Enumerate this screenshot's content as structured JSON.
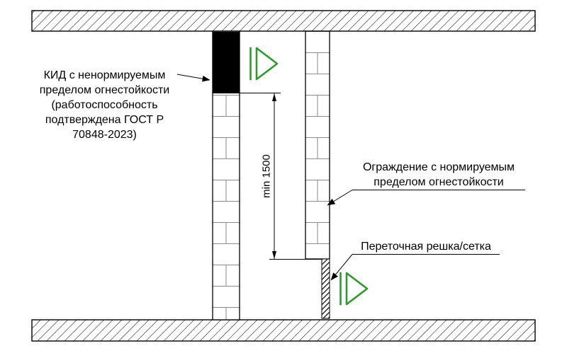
{
  "diagram": {
    "labels": {
      "kid": {
        "lines": [
          "КИД с ненормируемым",
          "пределом огнестойкости",
          "(работоспособность",
          "подтверждена ГОСТ Р",
          "70848-2023)"
        ]
      },
      "fence": {
        "lines": [
          "Ограждение с нормируемым",
          "пределом огнестойкости"
        ]
      },
      "grille": {
        "text": "Переточная решка/сетка"
      },
      "dimension": {
        "text": "min 1500"
      }
    },
    "colors": {
      "airflow_arrow": "#2e9b2e",
      "line": "#000000",
      "masonry_joint": "#8a8a8a"
    }
  }
}
